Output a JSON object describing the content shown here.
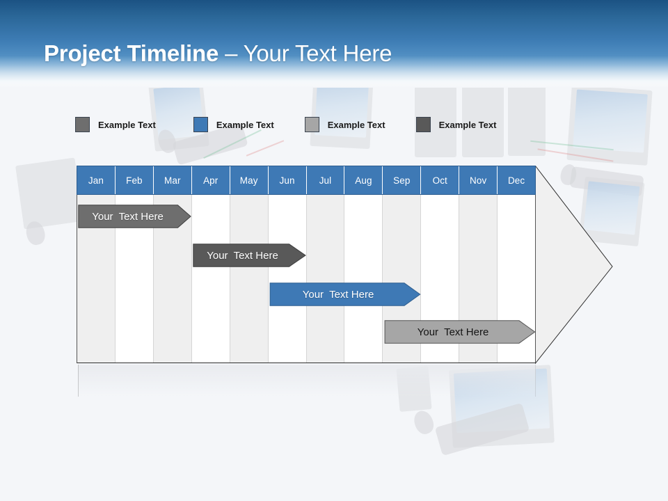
{
  "slide": {
    "title_bold": "Project Timeline",
    "title_rest": " – Your Text Here"
  },
  "legend": {
    "items": [
      {
        "label": "Example Text",
        "color": "#6E6E6E"
      },
      {
        "label": "Example Text",
        "color": "#3E79B5"
      },
      {
        "label": "Example Text",
        "color": "#A6A6A6"
      },
      {
        "label": "Example Text",
        "color": "#595959"
      }
    ]
  },
  "chart_data": {
    "type": "bar",
    "title": "Project Timeline",
    "xlabel": "",
    "ylabel": "",
    "categories": [
      "Jan",
      "Feb",
      "Mar",
      "Apr",
      "May",
      "Jun",
      "Jul",
      "Aug",
      "Sep",
      "Oct",
      "Nov",
      "Dec"
    ],
    "grid": true,
    "legend_position": "top",
    "series": [
      {
        "name": "Example Text",
        "label": "Your  Text Here",
        "start_month": 1,
        "end_month": 4,
        "color": "#6E6E6E",
        "text_color": "#FFFFFF"
      },
      {
        "name": "Example Text",
        "label": "Your  Text Here",
        "start_month": 4,
        "end_month": 7,
        "color": "#595959",
        "text_color": "#FFFFFF"
      },
      {
        "name": "Example Text",
        "label": "Your  Text Here",
        "start_month": 6,
        "end_month": 10,
        "color": "#3E79B5",
        "text_color": "#FFFFFF"
      },
      {
        "name": "Example Text",
        "label": "Your  Text Here",
        "start_month": 9,
        "end_month": 13,
        "color": "#A6A6A6",
        "text_color": "#141414"
      }
    ]
  },
  "colors": {
    "header_blue": "#3E79B5",
    "header_dark": "#1b5283",
    "accent": "#3E79B5",
    "grid_alt": "#EFEFEF",
    "page_bg": "#F4F6F9"
  }
}
